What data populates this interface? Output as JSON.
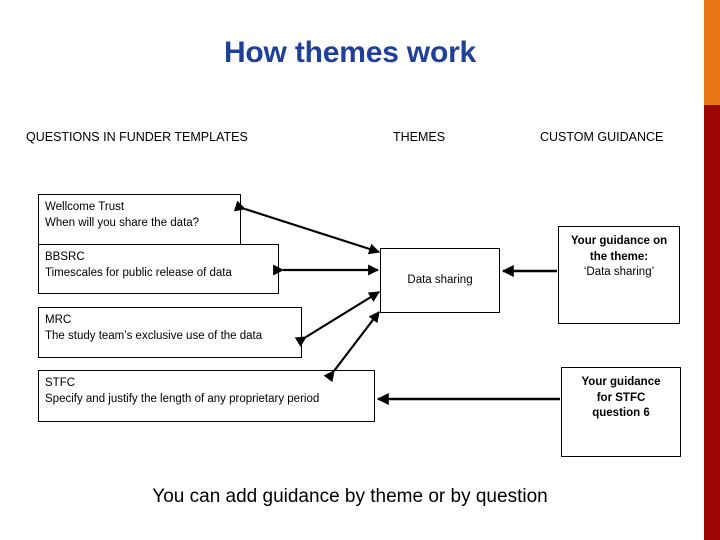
{
  "slide": {
    "title": "How themes work",
    "caption": "You can add guidance by theme or by question",
    "title_color": "#1F3F98"
  },
  "decor": {
    "bar_orange_color": "#E87511",
    "bar_red_color": "#9C0705"
  },
  "columns": {
    "questions_heading": "QUESTIONS IN FUNDER TEMPLATES",
    "themes_heading": "THEMES",
    "guidance_heading": "CUSTOM GUIDANCE"
  },
  "question_boxes": [
    {
      "funder": "Wellcome Trust",
      "question": "When will you share the data?"
    },
    {
      "funder": "BBSRC",
      "question": "Timescales for public release of data"
    },
    {
      "funder": "MRC",
      "question": "The study team’s exclusive use of the data"
    },
    {
      "funder": "STFC",
      "question": "Specify and justify the length of any proprietary period"
    }
  ],
  "theme_box": {
    "label": "Data sharing"
  },
  "guidance_boxes": [
    {
      "line1": "Your guidance on",
      "line2": "the theme:",
      "line3": "‘Data sharing’"
    },
    {
      "line1": "Your guidance",
      "line2": "for STFC",
      "line3": "question 6"
    }
  ],
  "icons": {
    "connector_wellcome": "double-headed-arrow-icon",
    "connector_bbsrc": "double-headed-arrow-icon",
    "connector_mrc": "double-headed-arrow-icon",
    "connector_stfc": "double-headed-arrow-icon",
    "connector_theme_guidance": "left-arrow-icon",
    "connector_stfc_guidance": "left-arrow-icon"
  }
}
